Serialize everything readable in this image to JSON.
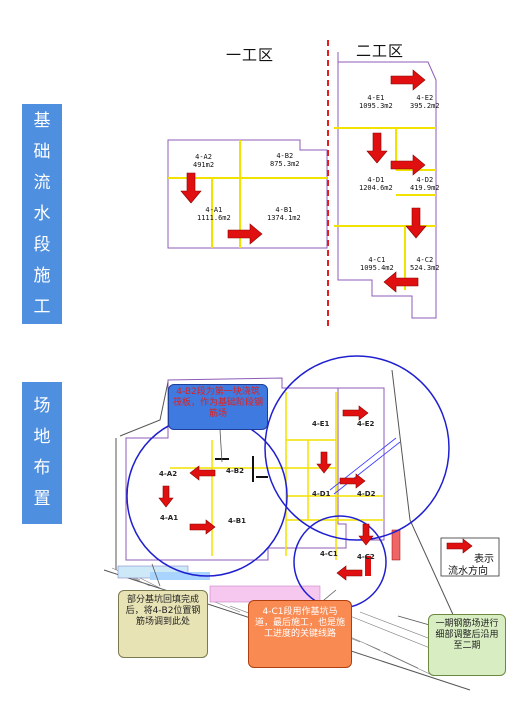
{
  "upper": {
    "side_label": "基础流水段施工",
    "zone_left": "一工区",
    "zone_right": "二工区",
    "segments": [
      {
        "name": "4-A2",
        "area": "491m2"
      },
      {
        "name": "4-B2",
        "area": "875.3m2"
      },
      {
        "name": "4-A1",
        "area": "1111.6m2"
      },
      {
        "name": "4-B1",
        "area": "1374.1m2"
      },
      {
        "name": "4-E1",
        "area": "1095.3m2"
      },
      {
        "name": "4-E2",
        "area": "395.2m2"
      },
      {
        "name": "4-D1",
        "area": "1204.6m2"
      },
      {
        "name": "4-D2",
        "area": "419.9m2"
      },
      {
        "name": "4-C1",
        "area": "1095.4m2"
      },
      {
        "name": "4-C2",
        "area": "524.3m2"
      }
    ]
  },
  "lower": {
    "side_label": "场地布置",
    "site_labels": [
      "4-A2",
      "4-B2",
      "4-A1",
      "4-B1",
      "4-E1",
      "4-E2",
      "4-D1",
      "4-D2",
      "4-C1",
      "4-C2"
    ],
    "callout_b2": "4-B2段为第一块浇筑筏板，作为基础阶段钢筋场",
    "callout_partial": "部分基坑回填完成后，将4-B2位置钢筋场调到此处",
    "callout_c1": "4-C1段用作基坑马道，最后施工，也是施工进度的关键线路",
    "callout_phase1": "一期钢筋场进行细部调整后沿用至二期",
    "legend_label": "表示流水方向"
  },
  "colors": {
    "side_label_bg": "#4f8fe0",
    "boundary_purple": "#8c5bb8",
    "grid_yellow": "#f2e200",
    "divider_red": "#e02020",
    "arrow_red": "#e01010",
    "circle_blue": "#1f1fd0"
  }
}
